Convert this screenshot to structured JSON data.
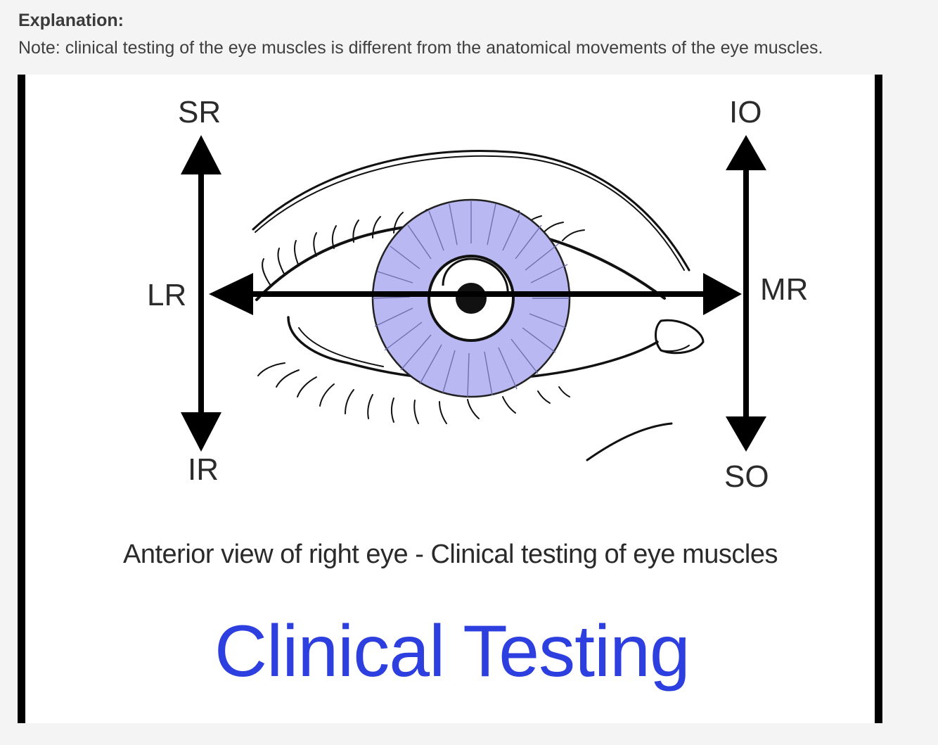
{
  "header": {
    "heading": "Explanation:",
    "note": "Note: clinical testing of the eye muscles is different from the anatomical movements of the eye muscles."
  },
  "diagram": {
    "labels": {
      "superior_rectus": "SR",
      "inferior_rectus": "IR",
      "lateral_rectus": "LR",
      "inferior_oblique": "IO",
      "superior_oblique": "SO",
      "medial_rectus": "MR"
    },
    "caption": "Anterior view of right eye - Clinical testing of eye muscles",
    "title": "Clinical Testing",
    "colors": {
      "iris": "#b9b8f2",
      "title": "#2e3fe0",
      "arrows": "#000000"
    }
  }
}
